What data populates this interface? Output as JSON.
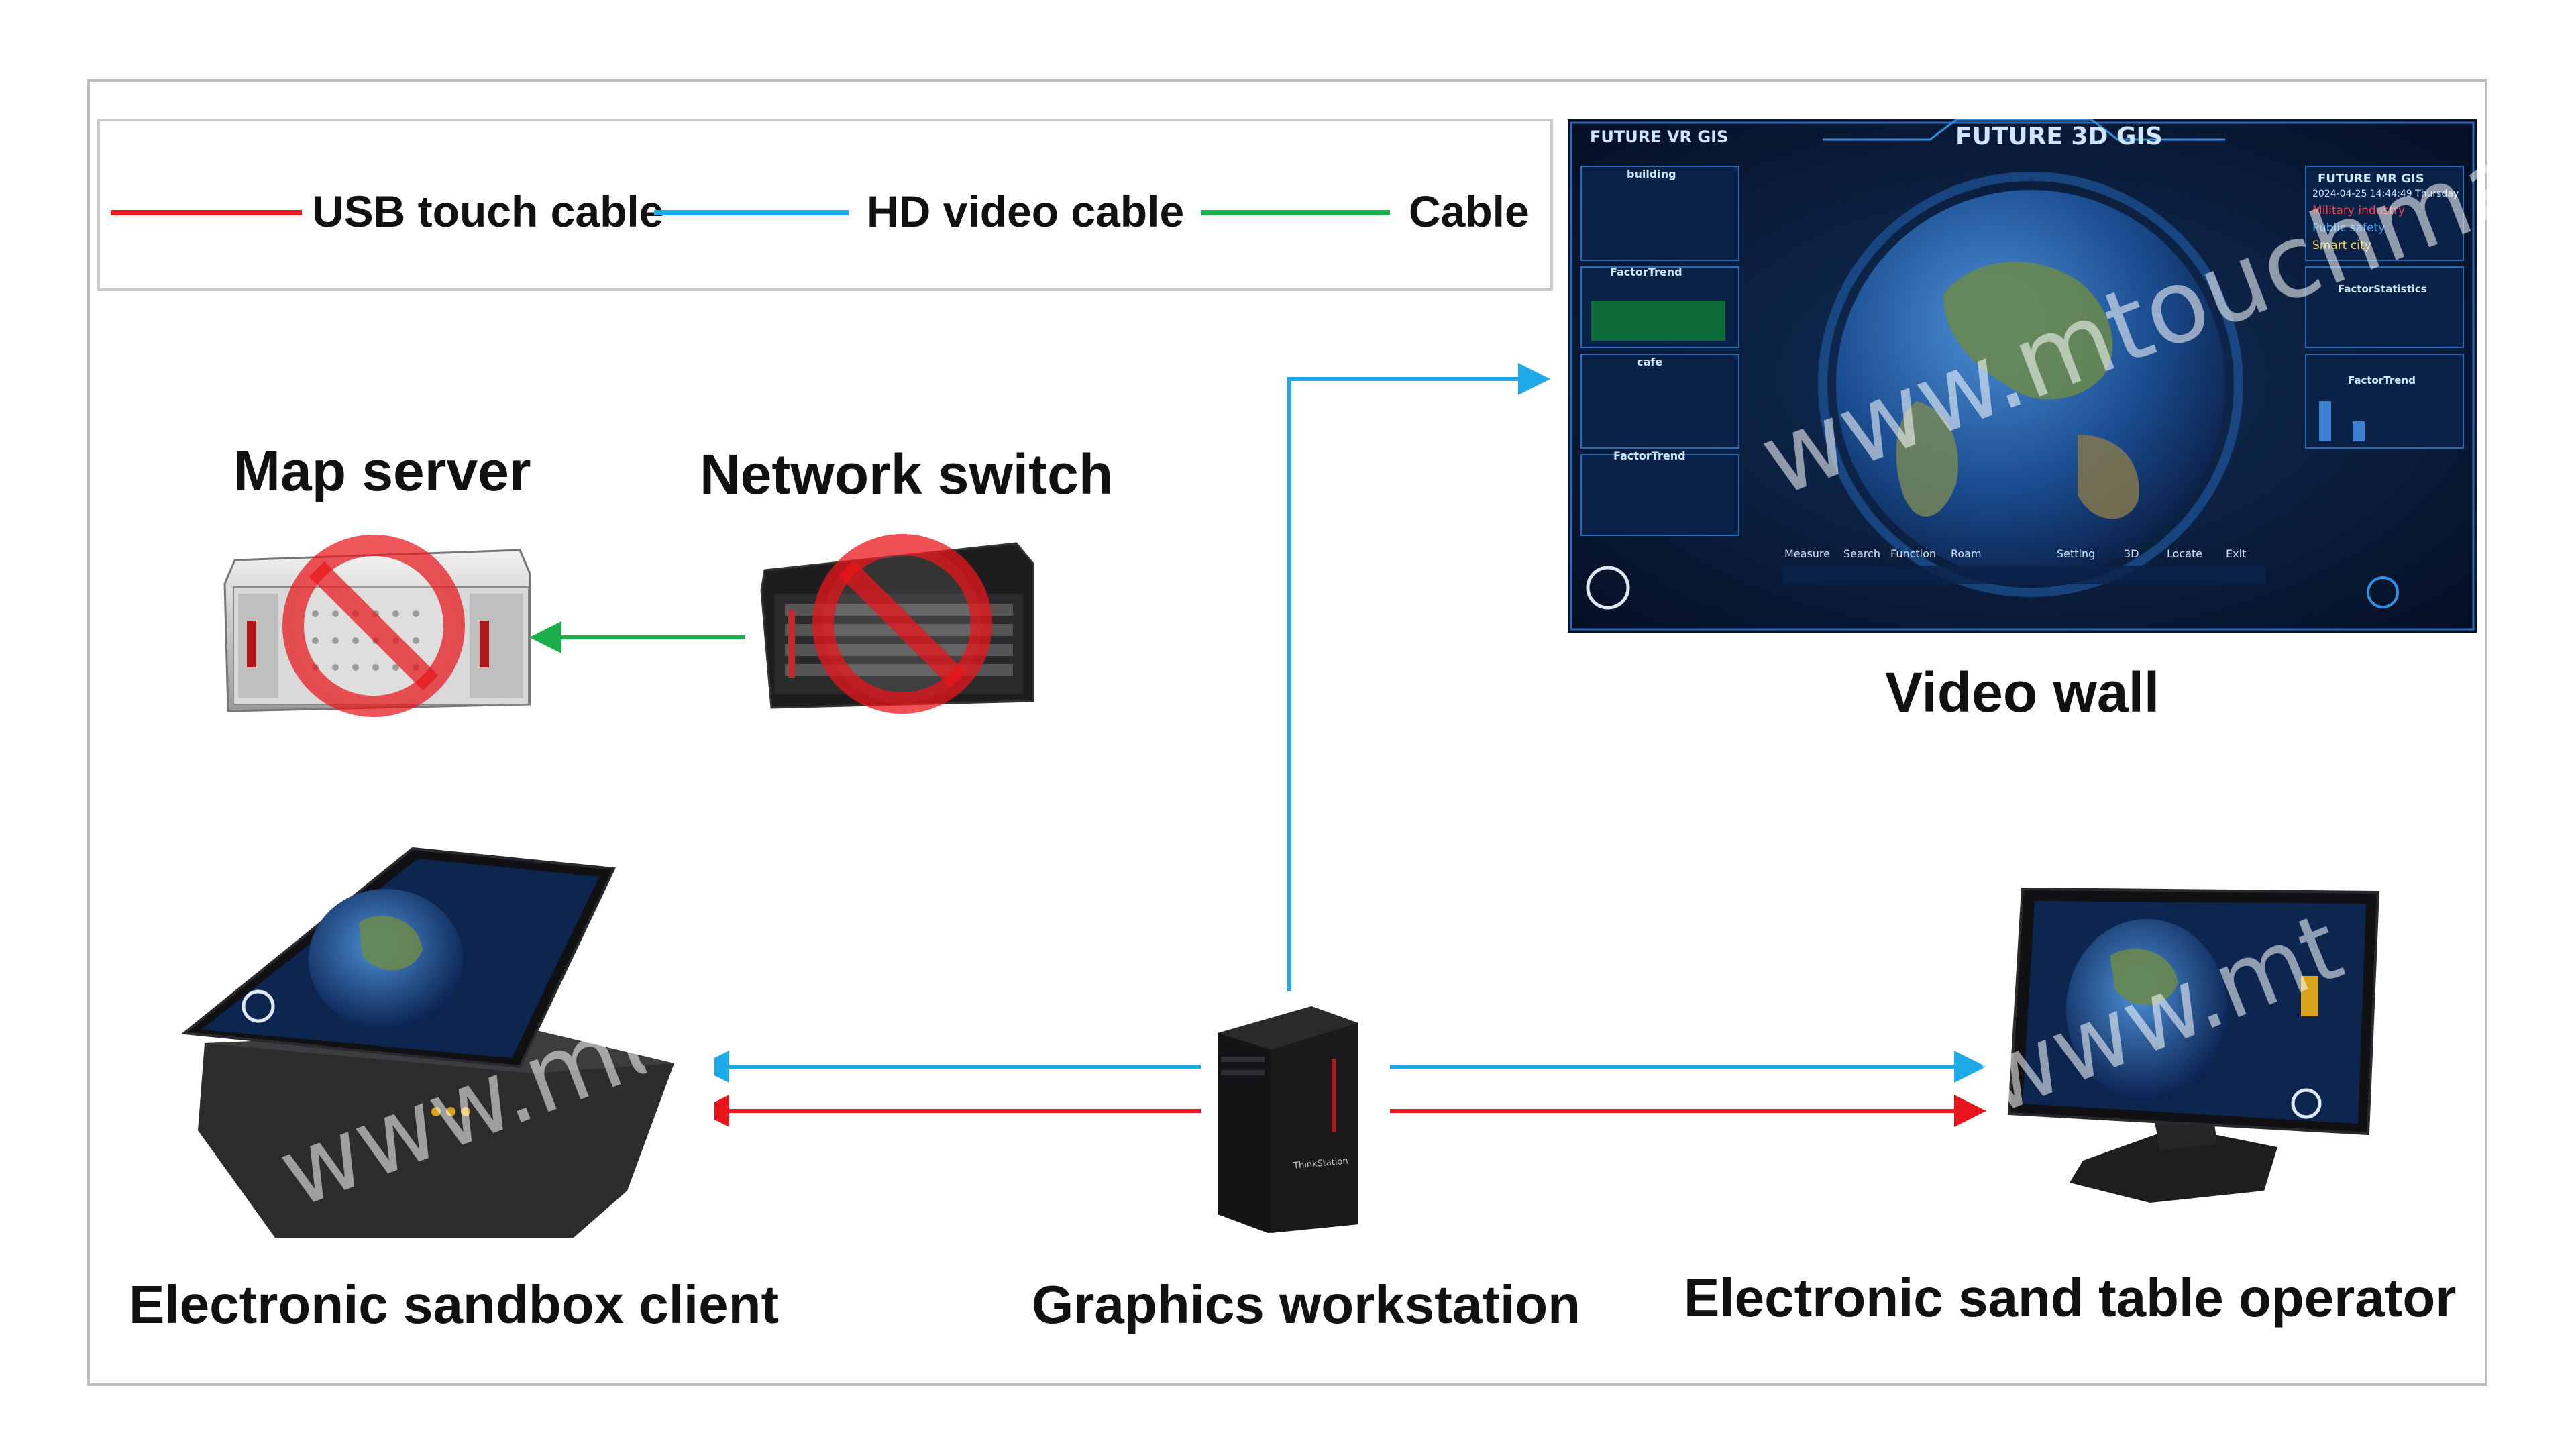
{
  "legend": {
    "items": [
      {
        "label": "USB touch cable",
        "color": "#e8151b"
      },
      {
        "label": "HD video cable",
        "color": "#1ea9e8"
      },
      {
        "label": "Cable",
        "color": "#1aae4a"
      }
    ]
  },
  "nodes": {
    "map_server": "Map server",
    "network_switch": "Network switch",
    "video_wall": "Video wall",
    "sandbox_client": "Electronic sandbox client",
    "workstation": "Graphics workstation",
    "operator": "Electronic sand table operator"
  },
  "screen": {
    "left_title": "FUTURE VR GIS",
    "center_title": "FUTURE 3D GIS",
    "right_panel_title": "FUTURE MR GIS",
    "datetime": "2024-04-25 14:44:49 Thursday",
    "categories": [
      "Military industry",
      "Public safety",
      "Smart city"
    ],
    "category_colors": [
      "#ff4040",
      "#4aa8ff",
      "#ffd34a"
    ],
    "panels": [
      "building",
      "FactorTrend",
      "cafe",
      "FactorTrend",
      "FactorStatistics",
      "FactorTrend"
    ],
    "toolbar": [
      "Measure",
      "Search",
      "Function",
      "Roam",
      "Setting",
      "3D",
      "Locate",
      "Exit"
    ]
  },
  "watermark": "www.mtouchmap",
  "workstation_brand": "ThinkStation",
  "colors": {
    "usb": "#e8151b",
    "hd": "#1ea9e8",
    "cable": "#1aae4a",
    "frame": "#bdbdbd"
  }
}
